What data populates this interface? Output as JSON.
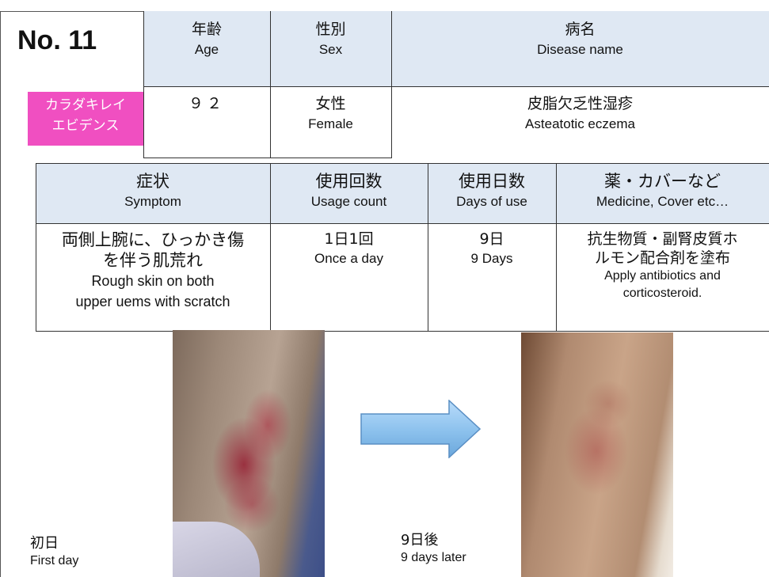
{
  "case_no": "No. 11",
  "badge": "カラダキレイ\nエビデンス",
  "table1": {
    "headers": [
      {
        "jp": "年齢",
        "en": "Age"
      },
      {
        "jp": "性別",
        "en": "Sex"
      },
      {
        "jp": "病名",
        "en": "Disease name"
      }
    ],
    "values": [
      {
        "jp": "９２",
        "en": ""
      },
      {
        "jp": "女性",
        "en": "Female"
      },
      {
        "jp": "皮脂欠乏性湿疹",
        "en": "Asteatotic eczema"
      }
    ]
  },
  "table2": {
    "headers": [
      {
        "jp": "症状",
        "en": "Symptom"
      },
      {
        "jp": "使用回数",
        "en": "Usage count"
      },
      {
        "jp": "使用日数",
        "en": "Days of use"
      },
      {
        "jp": "薬・カバーなど",
        "en": "Medicine, Cover etc…"
      }
    ],
    "values": [
      {
        "jp1": "両側上腕に、ひっかき傷",
        "jp2": "を伴う肌荒れ",
        "en1": "Rough skin on both",
        "en2": "upper uems with scratch"
      },
      {
        "jp1": "1日1回",
        "en1": "Once a day"
      },
      {
        "jp1": "9日",
        "en1": "9 Days"
      },
      {
        "jp1": "抗生物質・副腎皮質ホ",
        "jp2": "ルモン配合剤を塗布",
        "en1": "Apply antibiotics and",
        "en2": "corticosteroid."
      }
    ]
  },
  "captions": {
    "before": {
      "jp": "初日",
      "en": "First day"
    },
    "after": {
      "jp": "9日後",
      "en": "9 days later"
    }
  },
  "colors": {
    "header_bg": "#dfe8f3",
    "badge_bg": "#f04fc1",
    "arrow": "#8fc3ee"
  }
}
